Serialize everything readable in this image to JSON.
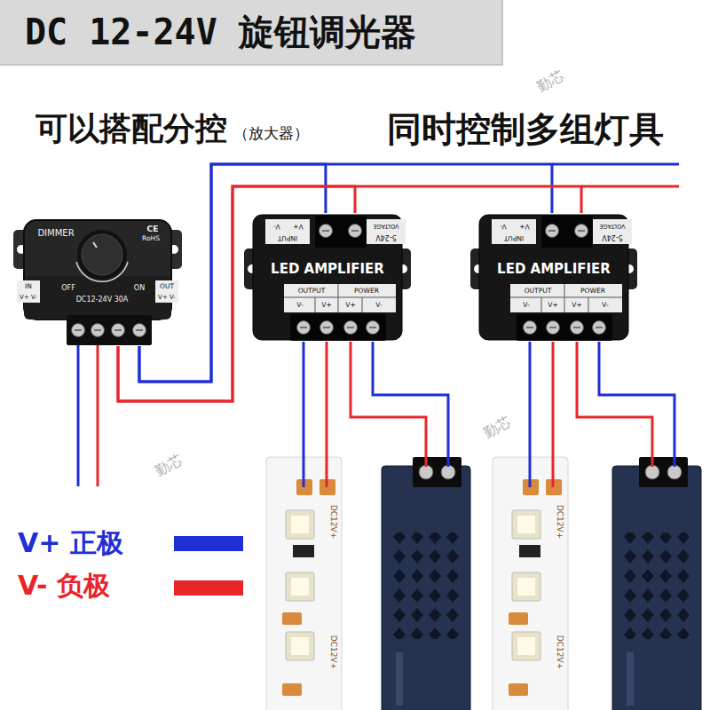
{
  "diagram": {
    "title": "DC 12-24V 旋钮调光器",
    "nodes": [
      {
        "text": [
          "DIMMER",
          "CE",
          "RoHS",
          "OFF",
          "ON",
          "IN",
          "V+ V-",
          "DC12-24V 30A",
          "OUT",
          "V+ V-"
        ]
      },
      {
        "text": [
          "LED AMPLIFIER",
          "INPUT",
          "V-",
          "V+",
          "VOLTAGE",
          "5-24V",
          "OUTPUT",
          "POWER",
          "V-",
          "V+",
          "V+",
          "V-"
        ]
      },
      {
        "text": [
          "LED AMPLIFIER",
          "INPUT",
          "V-",
          "V+",
          "VOLTAGE",
          "5-24V",
          "OUTPUT",
          "POWER",
          "V-",
          "V+",
          "V+",
          "V-"
        ]
      }
    ],
    "edges": [
      {
        "from": 0,
        "to": 1,
        "arrow": "none"
      },
      {
        "from": 0,
        "to": 2,
        "arrow": "none"
      },
      {
        "from": 0,
        "to": 1,
        "arrow": "none"
      },
      {
        "from": 0,
        "to": 2,
        "arrow": "none"
      }
    ],
    "labels": [
      "可以搭配分控",
      "（放大器）",
      "同时控制多组灯具",
      "DC12V+",
      "DC12V+",
      "DC12V+",
      "DC12V+",
      "勤芯",
      "勤芯",
      "勤芯"
    ],
    "legend": [
      {
        "text": "V+ 正极",
        "color": "#1f2fd6"
      },
      {
        "text": "V- 负极",
        "color": "#e8262a"
      }
    ]
  }
}
